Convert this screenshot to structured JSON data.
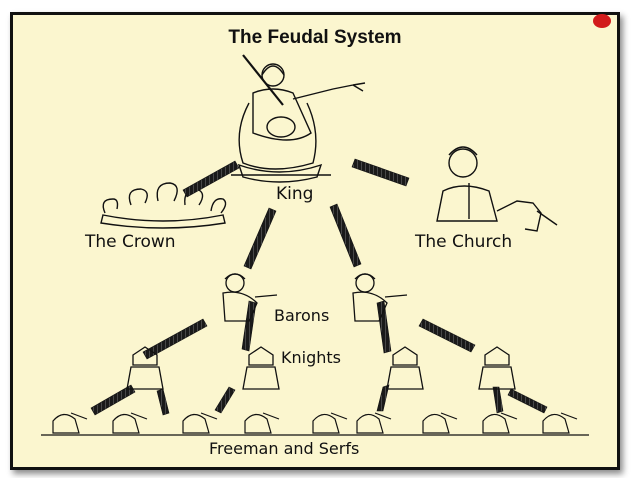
{
  "diagram": {
    "title": "The Feudal System",
    "labels": {
      "king": "King",
      "crown": "The Crown",
      "church": "The Church",
      "barons": "Barons",
      "knights": "Knights",
      "serfs": "Freeman and Serfs"
    }
  },
  "colors": {
    "background": "#fbf6cf",
    "ink": "#111111",
    "accent_dot": "#d21b1b"
  }
}
